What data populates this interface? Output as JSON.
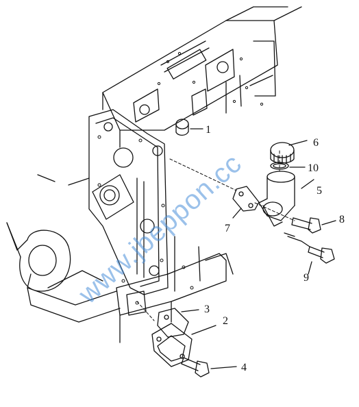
{
  "diagram": {
    "callouts": [
      {
        "id": "1",
        "text": "1"
      },
      {
        "id": "2",
        "text": "2"
      },
      {
        "id": "3",
        "text": "3"
      },
      {
        "id": "4",
        "text": "4"
      },
      {
        "id": "5",
        "text": "5"
      },
      {
        "id": "6",
        "text": "6"
      },
      {
        "id": "7",
        "text": "7"
      },
      {
        "id": "8",
        "text": "8"
      },
      {
        "id": "9",
        "text": "9"
      },
      {
        "id": "10",
        "text": "10"
      }
    ],
    "watermark": "www.jbeppon.cc",
    "colors": {
      "line": "#111111",
      "watermark": "#4a90d9",
      "background": "#ffffff"
    }
  }
}
